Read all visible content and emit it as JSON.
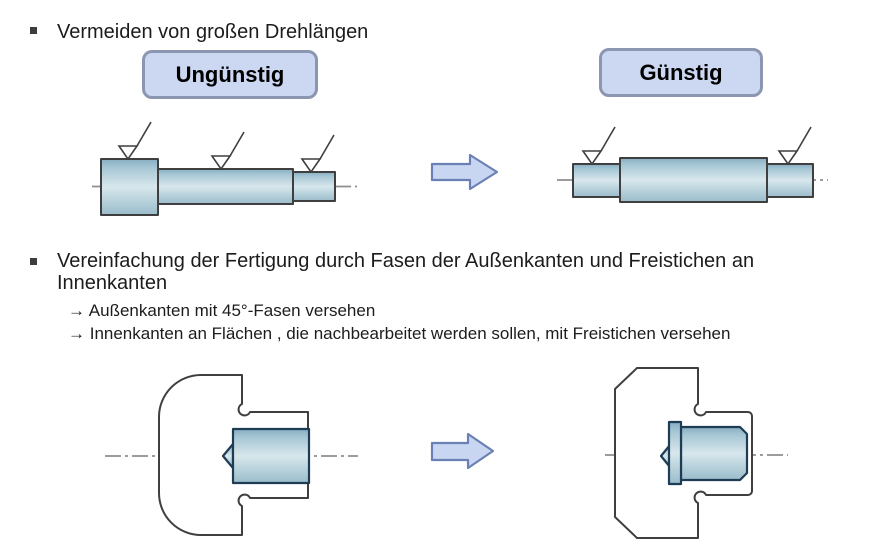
{
  "slide": {
    "bullet1": {
      "text": "Vermeiden von großen Drehlängen"
    },
    "label_unfavorable": "Ungünstig",
    "label_favorable": "Günstig",
    "bullet2": {
      "line1": "Vereinfachung der Fertigung durch Fasen der Außenkanten und Freistichen an",
      "line2": "Innenkanten",
      "sub_items": [
        "→ Außenkanten mit 45°-Fasen versehen",
        "→ Innenkanten an Flächen , die nachbearbeitet werden sollen, mit Freistichen versehen"
      ]
    },
    "colors": {
      "label_box_fill": "#ccd7f1",
      "label_box_border": "#8b97b1",
      "arrow_fill": "#c9d6f2",
      "arrow_border": "#6b80b4",
      "metal_fill_light": "#d8e7ec",
      "metal_fill_dark": "#86aec3",
      "drawing_outline": "#3f3f3f",
      "pin_outline": "#1f3c55",
      "centerline": "#8f8f8f",
      "text": "#1c1c1c"
    },
    "figures": {
      "top_left": "stepped-shaft-long-turning-length",
      "top_right": "shaft-short-turning-length",
      "bottom_left": "housing-with-pin-rounded-edges",
      "bottom_right": "housing-with-pin-chamfers-and-undercuts"
    }
  }
}
